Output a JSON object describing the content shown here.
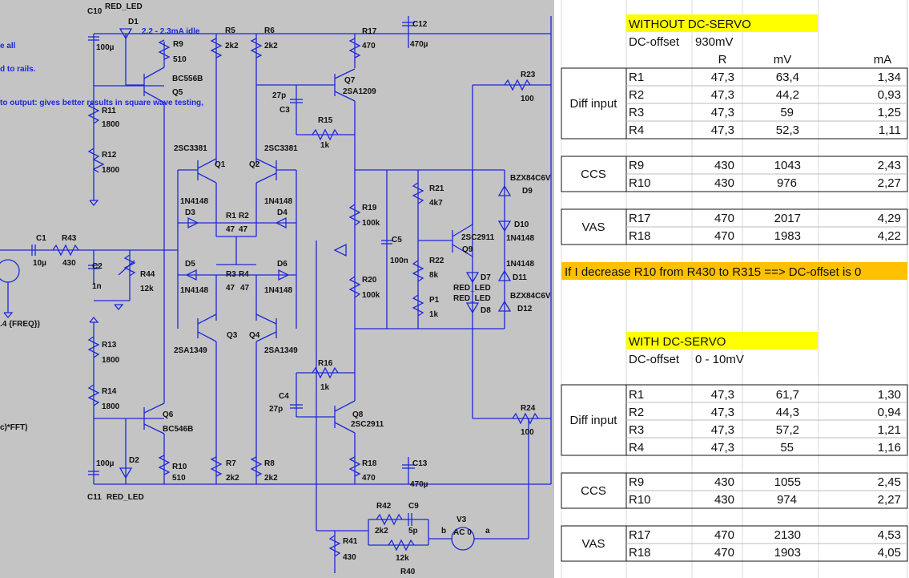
{
  "schematic": {
    "notes": [
      "e all",
      "d to rails.",
      "to output: gives better results in square wave testing,",
      "2.2 - 2.3mA idle"
    ],
    "labels": {
      "C10": "C10",
      "RED_LED_top": "RED_LED",
      "D1": "D1",
      "R5": "R5",
      "R5v": "2k2",
      "R6": "R6",
      "R6v": "2k2",
      "R17": "R17",
      "R17v": "470",
      "C12": "C12",
      "C12v": "470µ",
      "C10v": "100µ",
      "R9": "R9",
      "R9v": "510",
      "BC556B": "BC556B",
      "Q5": "Q5",
      "Q7": "Q7",
      "2SA1209": "2SA1209",
      "27p_a": "27p",
      "C3": "C3",
      "R23": "R23",
      "R23v": "100",
      "R11": "R11",
      "R11v": "1800",
      "R15": "R15",
      "R15v": "1k",
      "R12": "R12",
      "R12v": "1800",
      "2SC3381_a": "2SC3381",
      "2SC3381_b": "2SC3381",
      "Q1": "Q1",
      "Q2": "Q2",
      "R21": "R21",
      "R21v": "4k7",
      "BZX84C6V_a": "BZX84C6V",
      "D9": "D9",
      "1N4148_a": "1N4148",
      "1N4148_b": "1N4148",
      "D3": "D3",
      "D4": "D4",
      "R1": "R1",
      "R2": "R2",
      "47a": "47",
      "47b": "47",
      "R19": "R19",
      "R19v": "100k",
      "D10": "D10",
      "1N4148_c": "1N4148",
      "2SC2911_a": "2SC2911",
      "Q9": "Q9",
      "C5": "C5",
      "C5v": "100n",
      "C1": "C1",
      "C1v": "10µ",
      "R43": "R43",
      "R43v": "430",
      "C2": "C2",
      "C2v": "1n",
      "R44": "R44",
      "R44v": "12k",
      "D5": "D5",
      "D6": "D6",
      "R3": "R3",
      "R4": "R4",
      "47c": "47",
      "47d": "47",
      "1N4148_d": "1N4148",
      "1N4148_e": "1N4148",
      "R22": "R22",
      "R22v": "8k",
      "1N4148_f": "1N4148",
      "D11": "D11",
      "D7": "D7",
      "RED_LED_a": "RED_LED",
      "RED_LED_b": "RED_LED",
      "D8": "D8",
      "BZX84C6V_b": "BZX84C6V",
      "D12": "D12",
      "R20": "R20",
      "R20v": "100k",
      "P1": "P1",
      "P1v": "1k",
      "freq": ".4 {FREQ})",
      "Q3": "Q3",
      "Q4": "Q4",
      "2SA1349_a": "2SA1349",
      "2SA1349_b": "2SA1349",
      "R13": "R13",
      "R13v": "1800",
      "R16": "R16",
      "R16v": "1k",
      "R14": "R14",
      "R14v": "1800",
      "C4": "C4",
      "C4v": "27p",
      "fft": "c)*FFT)",
      "Q6": "Q6",
      "BC546B": "BC546B",
      "Q8": "Q8",
      "2SC2911_b": "2SC2911",
      "R24": "R24",
      "R24v": "100",
      "C11v": "100µ",
      "D2": "D2",
      "R10": "R10",
      "R10v": "510",
      "R7": "R7",
      "R7v": "2k2",
      "R8": "R8",
      "R8v": "2k2",
      "R18": "R18",
      "R18v": "470",
      "C13": "C13",
      "C13v": "470µ",
      "C11": "C11",
      "RED_LED_bot": "RED_LED",
      "R42": "R42",
      "R42v": "2k2",
      "C9": "C9",
      "C9v": "5p",
      "V3": "V3",
      "AC0": "AC 0",
      "b": "b",
      "a": "a",
      "R41": "R41",
      "R41v": "430",
      "R40v": "12k",
      "R40": "R40"
    }
  },
  "sheet": {
    "without": {
      "title": "WITHOUT DC-SERVO",
      "offset_label": "DC-offset",
      "offset_value": "930mV",
      "headers": [
        "R",
        "mV",
        "mA"
      ],
      "groups": [
        {
          "name": "Diff input",
          "rows": [
            [
              "R1",
              "47,3",
              "63,4",
              "1,34"
            ],
            [
              "R2",
              "47,3",
              "44,2",
              "0,93"
            ],
            [
              "R3",
              "47,3",
              "59",
              "1,25"
            ],
            [
              "R4",
              "47,3",
              "52,3",
              "1,11"
            ]
          ]
        },
        {
          "name": "CCS",
          "rows": [
            [
              "R9",
              "430",
              "1043",
              "2,43"
            ],
            [
              "R10",
              "430",
              "976",
              "2,27"
            ]
          ]
        },
        {
          "name": "VAS",
          "rows": [
            [
              "R17",
              "470",
              "2017",
              "4,29"
            ],
            [
              "R18",
              "470",
              "1983",
              "4,22"
            ]
          ]
        }
      ]
    },
    "note": "If I decrease R10 from R430 to R315 ==> DC-offset is 0",
    "with": {
      "title": "WITH DC-SERVO",
      "offset_label": "DC-offset",
      "offset_value": "0 - 10mV",
      "groups": [
        {
          "name": "Diff input",
          "rows": [
            [
              "R1",
              "47,3",
              "61,7",
              "1,30"
            ],
            [
              "R2",
              "47,3",
              "44,3",
              "0,94"
            ],
            [
              "R3",
              "47,3",
              "57,2",
              "1,21"
            ],
            [
              "R4",
              "47,3",
              "55",
              "1,16"
            ]
          ]
        },
        {
          "name": "CCS",
          "rows": [
            [
              "R9",
              "430",
              "1055",
              "2,45"
            ],
            [
              "R10",
              "430",
              "974",
              "2,27"
            ]
          ]
        },
        {
          "name": "VAS",
          "rows": [
            [
              "R17",
              "470",
              "2130",
              "4,53"
            ],
            [
              "R18",
              "470",
              "1903",
              "4,05"
            ]
          ]
        }
      ]
    }
  }
}
